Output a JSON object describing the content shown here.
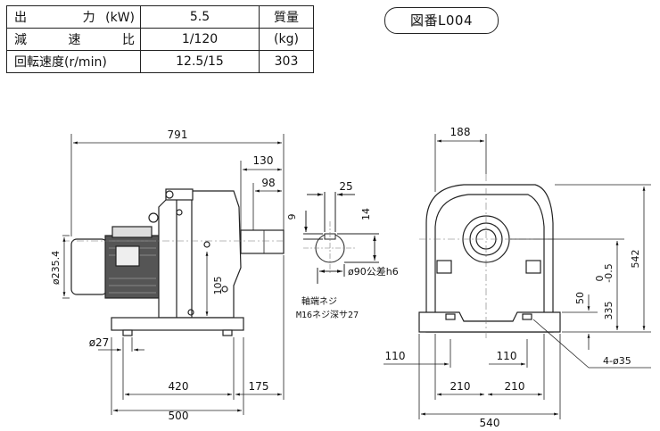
{
  "spec_table": {
    "rows": [
      {
        "label": "出　　力(kW)",
        "value": "5.5"
      },
      {
        "label": "減　速　比",
        "value": "1/120"
      },
      {
        "label": "回転速度(r/min)",
        "value": "12.5/15"
      }
    ],
    "weight_header_line1": "質量",
    "weight_header_line2": "(kg)",
    "weight_value": "303"
  },
  "figure_number": "図番L004",
  "side_view": {
    "overall_length": "791",
    "shaft_length": "130",
    "shaft_to_key": "98",
    "motor_diameter": "ø235.4",
    "base_height": "105",
    "bolt_hole": "ø27",
    "base_mount_length": "420",
    "base_front": "175",
    "base_length": "500"
  },
  "shaft_detail": {
    "key_width": "25",
    "key_depth": "9",
    "key_height": "14",
    "shaft_diameter": "ø90公差h6",
    "note_line1": "軸端ネジ",
    "note_line2": "M16ネジ深サ27"
  },
  "front_view": {
    "top_width": "188",
    "total_height": "542",
    "center_height": "335",
    "center_tolerance_upper": "0",
    "center_tolerance_lower": "-0.5",
    "base_thickness": "50",
    "left_offset": "110",
    "right_offset": "110",
    "left_half": "210",
    "right_half": "210",
    "base_width": "540",
    "mount_holes": "4-ø35"
  }
}
